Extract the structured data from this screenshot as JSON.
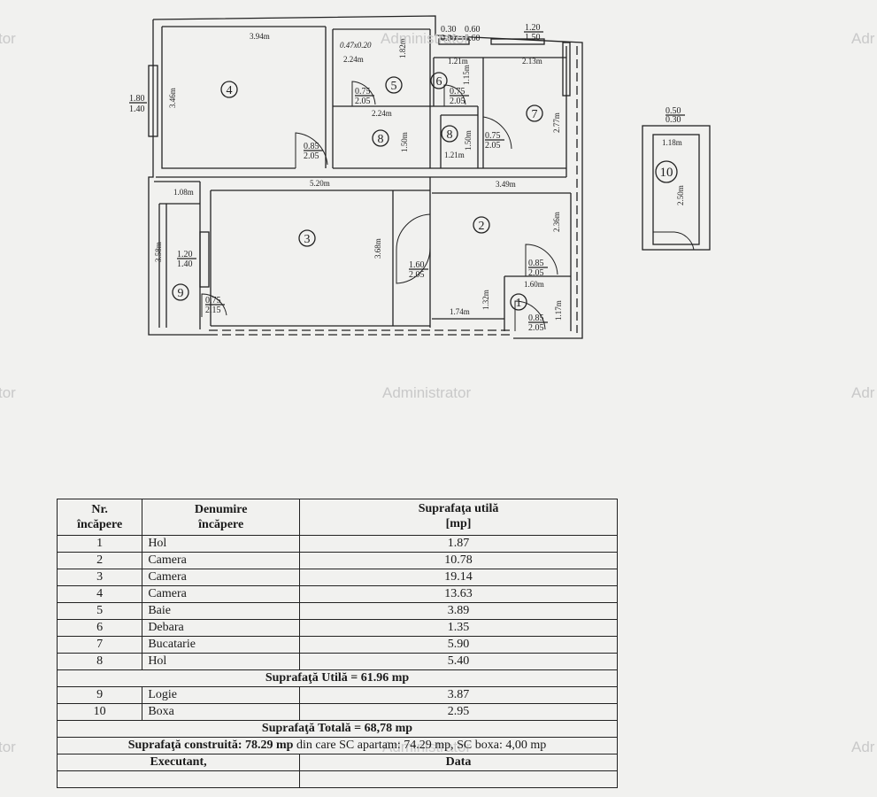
{
  "watermark": "Administrator",
  "watermark_partials": {
    "left": "tor",
    "right": "Adr"
  },
  "plan": {
    "room_labels": [
      "1",
      "2",
      "3",
      "4",
      "5",
      "6",
      "7",
      "8",
      "8",
      "9",
      "10"
    ],
    "dims": {
      "r4_w": "3.94m",
      "r4_h": "3.46m",
      "win_left_top": "1.80",
      "win_left_bot": "1.40",
      "r5_small": "0.47x0.20",
      "r5_w": "2.24m",
      "r5_h": "1.82m",
      "r8_top": "2.24m",
      "w1_top": "0.30",
      "w1_bot": "0.90",
      "w2_top": "0.60",
      "w2_bot": "0.60",
      "w3_top": "1.20",
      "w3_bot": "1.50",
      "r6_w": "1.21m",
      "r6_h": "1.15m",
      "r7_w": "2.13m",
      "r7_h": "2.77m",
      "r8a_h": "1.50m",
      "r8b_h": "1.50m",
      "r8b_w": "1.21m",
      "r9_w": "1.08m",
      "r9_h": "3.58m",
      "r3_w": "5.20m",
      "r3_h": "3.68m",
      "r2_w": "3.49m",
      "r2_h": "2.36m",
      "r2_b": "1.74m",
      "r2_c": "1.32m",
      "r1_w": "1.60m",
      "r1_h": "1.17m",
      "r10_top": "0.50",
      "r10_bot": "0.30",
      "r10_w": "1.18m",
      "r10_h": "2.50m"
    },
    "doors": [
      {
        "t": "0.75",
        "b": "2.05"
      },
      {
        "t": "0.75",
        "b": "2.05"
      },
      {
        "t": "0.85",
        "b": "2.05"
      },
      {
        "t": "0.75",
        "b": "2.05"
      },
      {
        "t": "1.60",
        "b": "2.05"
      },
      {
        "t": "0.85",
        "b": "2.05"
      },
      {
        "t": "0.85",
        "b": "2.05"
      },
      {
        "t": "0.75",
        "b": "2.15"
      },
      {
        "t": "1.20",
        "b": "1.40"
      }
    ]
  },
  "table": {
    "h1a": "Nr.",
    "h1b": "încăpere",
    "h2a": "Denumire",
    "h2b": "încăpere",
    "h3a": "Suprafaţa utilă",
    "h3b": "[mp]",
    "rows": [
      {
        "nr": "1",
        "name": "Hol",
        "area": "1.87"
      },
      {
        "nr": "2",
        "name": "Camera",
        "area": "10.78"
      },
      {
        "nr": "3",
        "name": "Camera",
        "area": "19.14"
      },
      {
        "nr": "4",
        "name": "Camera",
        "area": "13.63"
      },
      {
        "nr": "5",
        "name": "Baie",
        "area": "3.89"
      },
      {
        "nr": "6",
        "name": "Debara",
        "area": "1.35"
      },
      {
        "nr": "7",
        "name": "Bucatarie",
        "area": "5.90"
      },
      {
        "nr": "8",
        "name": "Hol",
        "area": "5.40"
      }
    ],
    "sum_util": "Suprafaţă Utilă = 61.96 mp",
    "rows2": [
      {
        "nr": "9",
        "name": "Logie",
        "area": "3.87"
      },
      {
        "nr": "10",
        "name": "Boxa",
        "area": "2.95"
      }
    ],
    "sum_total": "Suprafaţă Totală = 68,78  mp",
    "constr_bold": "Suprafaţă construită: 78.29 mp",
    "constr_rest": " din care SC apartam: 74.29 mp, SC boxa: 4,00 mp",
    "executant": "Executant,",
    "data": "Data"
  }
}
